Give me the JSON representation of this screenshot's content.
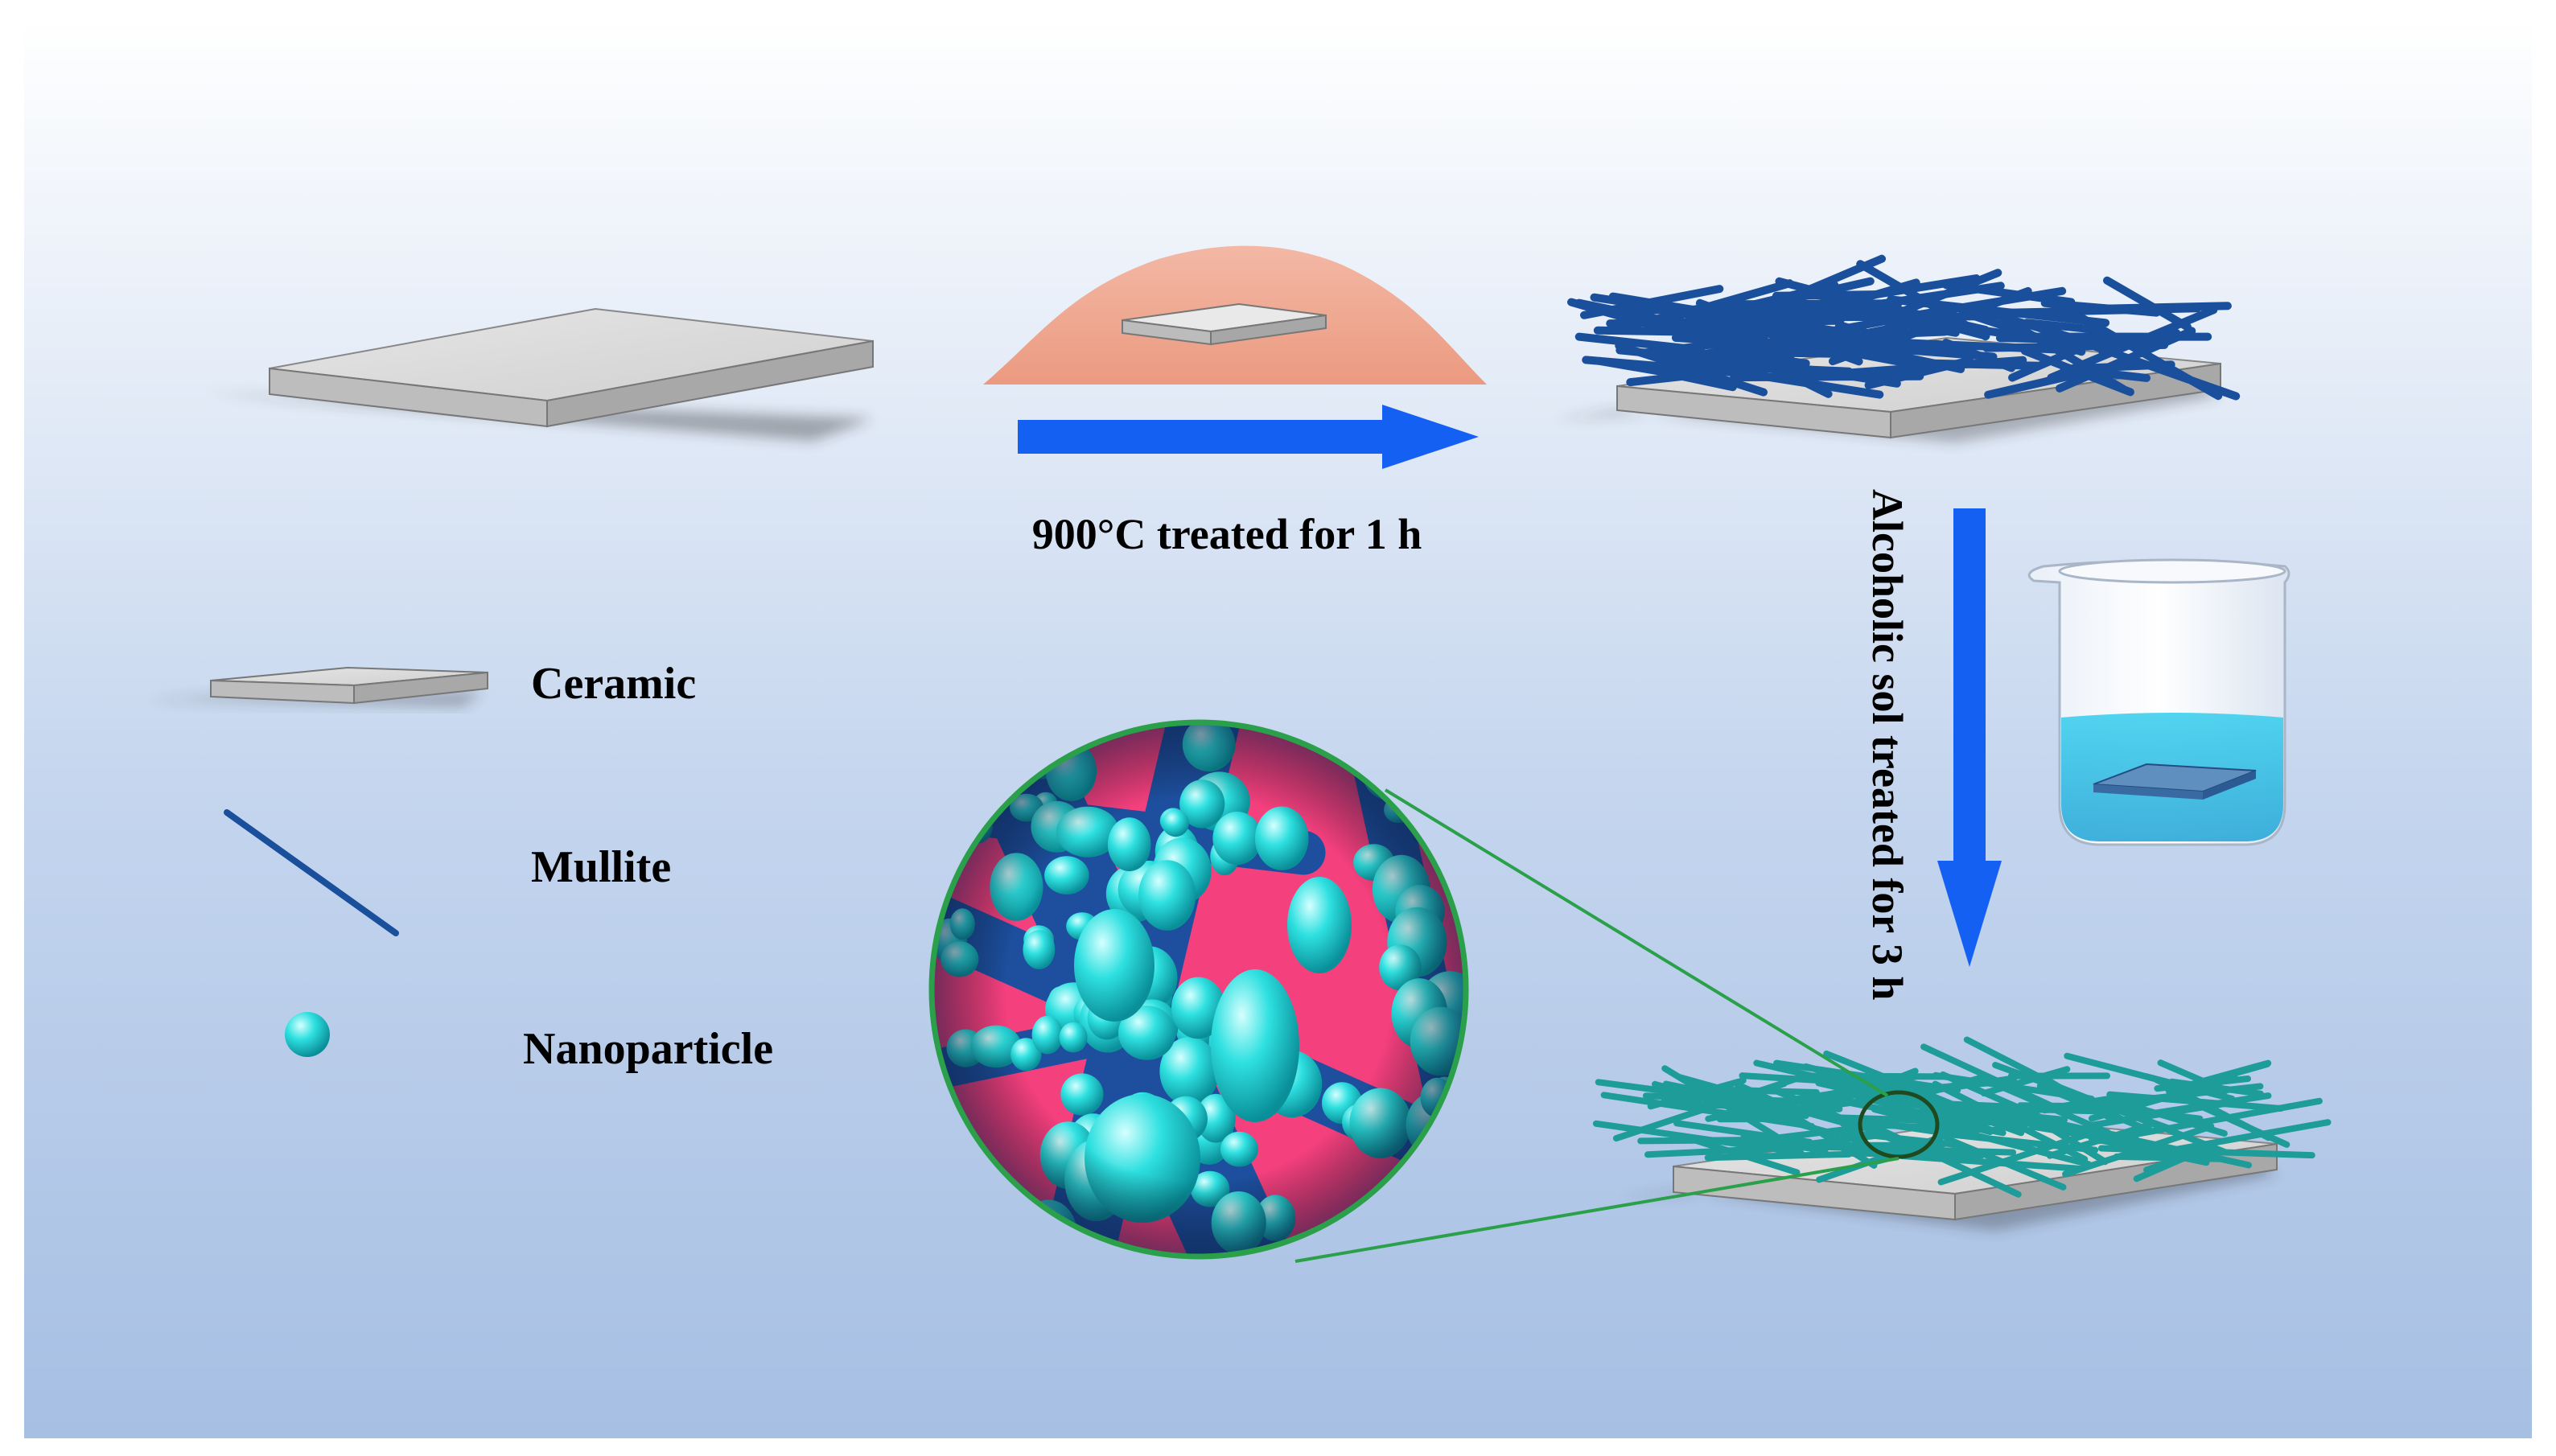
{
  "steps": {
    "heat_treatment": "900°C treated for 1 h",
    "sol_treatment": "Alcoholic sol treated for 3 h"
  },
  "legend": {
    "ceramic": "Ceramic",
    "mullite": "Mullite",
    "nanoparticle": "Nanoparticle"
  },
  "colors": {
    "background_top": "#ffffff",
    "background_bottom": "#a6bfe3",
    "arrow": "#1460f2",
    "powder": "#f0a58e",
    "mullite": "#1a4f9c",
    "coated_mullite": "#1d9c9a",
    "nanoparticle": "#2ee0e0",
    "magnifier_ring": "#2aa04a",
    "pink_substrate": "#f5407e",
    "plate": "#d8d8d8",
    "sol": "#3cc3e6"
  }
}
